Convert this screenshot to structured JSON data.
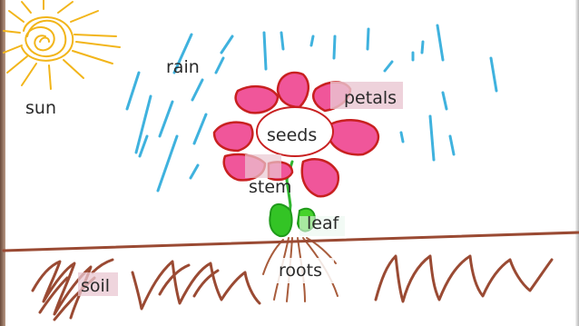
{
  "labels": {
    "sun": "sun",
    "rain": "rain",
    "petals": "petals",
    "seeds": "seeds",
    "stem": "stem",
    "leaf": "leaf",
    "soil": "soil",
    "roots": "roots"
  },
  "colors": {
    "sun": "#f2b51a",
    "rain": "#3fb2de",
    "petal": "#f0569a",
    "petal_outline": "#c82020",
    "stem": "#2fb52f",
    "leaf": "#33c425",
    "soil": "#9a4a33",
    "roots": "#a85c3c",
    "label_highlight": "#eac7d2"
  }
}
